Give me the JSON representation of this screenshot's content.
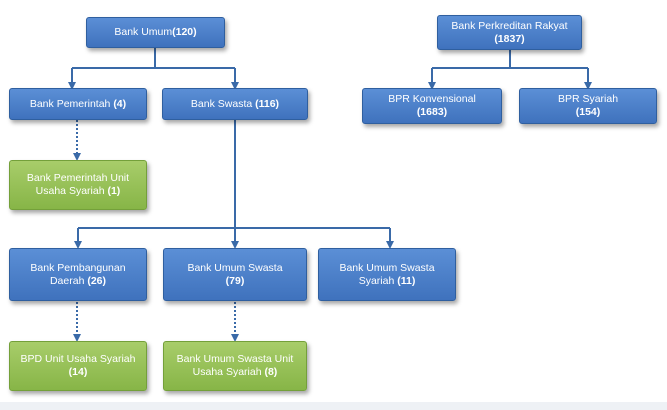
{
  "colors": {
    "blue_box": "#4a7fcb",
    "green_box": "#95c056",
    "connector": "#3a6aa8"
  },
  "nodes": {
    "bank_umum": {
      "line1": "Bank Umum",
      "count": "(120)"
    },
    "bank_pemerintah": {
      "line1": "Bank Pemerintah ",
      "count": "(4)"
    },
    "bank_swasta": {
      "line1": "Bank Swasta ",
      "count": "(116)"
    },
    "bank_pemerintah_uus": {
      "line1": "Bank Pemerintah Unit",
      "line2": "Usaha Syariah  ",
      "count": "(1)"
    },
    "bpd": {
      "line1": "Bank Pembangunan",
      "line2": "Daerah ",
      "count": "(26)"
    },
    "bus": {
      "line1": "Bank Umum Swasta",
      "count": "(79)"
    },
    "bus_syariah": {
      "line1": "Bank Umum Swasta",
      "line2": "Syariah ",
      "count": "(11)"
    },
    "bpd_uus": {
      "line1": "BPD Unit Usaha Syariah",
      "count": "(14)"
    },
    "bus_uus": {
      "line1": "Bank Umum Swasta Unit",
      "line2": "Usaha Syariah ",
      "count": "(8)"
    },
    "bpr": {
      "line1": "Bank Perkreditan Rakyat",
      "count": "(1837)"
    },
    "bpr_konvensional": {
      "line1": "BPR Konvensional",
      "count": "(1683)"
    },
    "bpr_syariah": {
      "line1": "BPR Syariah",
      "count": "(154)"
    }
  }
}
